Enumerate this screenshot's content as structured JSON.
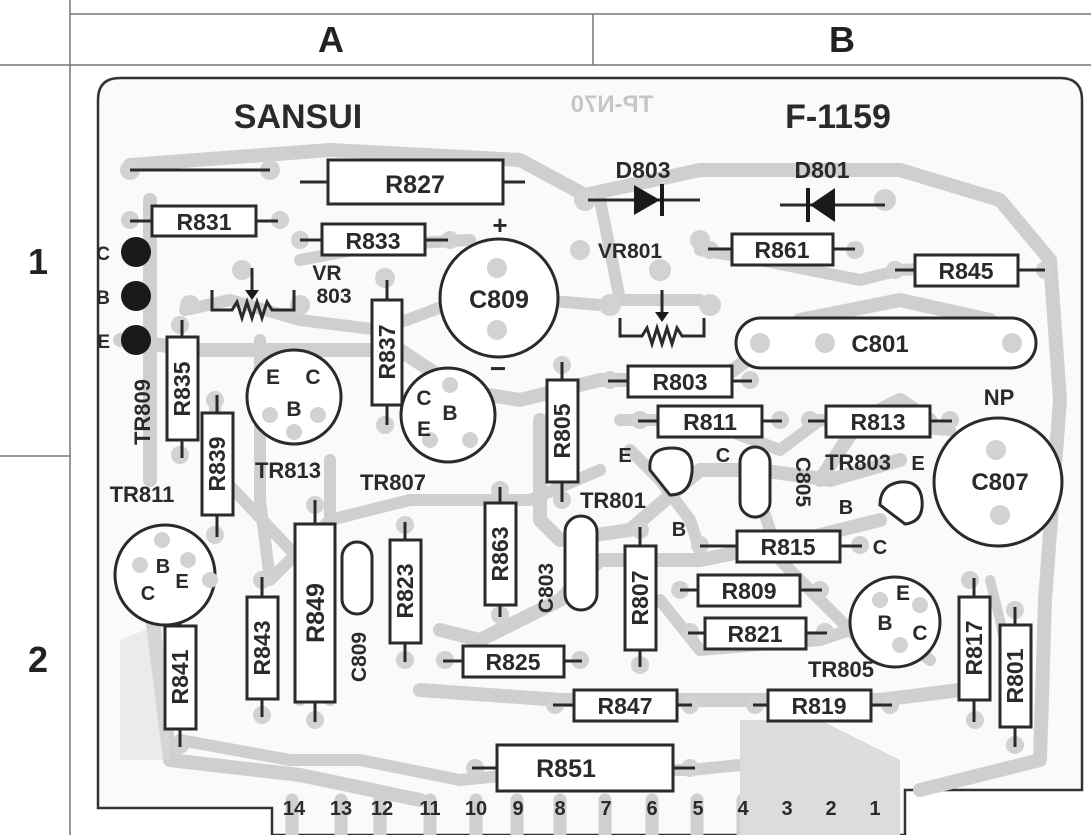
{
  "grid": {
    "columns": [
      "A",
      "B"
    ],
    "rows": [
      "1",
      "2"
    ]
  },
  "board": {
    "brand": "SANSUI",
    "code_mirrored": "TP-N70",
    "board_id": "F-1159"
  },
  "terminals": [
    "14",
    "13",
    "12",
    "11",
    "10",
    "9",
    "8",
    "7",
    "6",
    "5",
    "4",
    "3",
    "2",
    "1"
  ],
  "connector_pins": [
    "C",
    "B",
    "E"
  ],
  "resistors": [
    "R827",
    "R831",
    "R833",
    "R861",
    "R845",
    "R837",
    "R835",
    "R839",
    "R803",
    "R811",
    "R813",
    "R805",
    "R815",
    "R863",
    "R807",
    "R809",
    "R821",
    "R823",
    "R849",
    "R843",
    "R841",
    "R825",
    "R847",
    "R819",
    "R851",
    "R817",
    "R801"
  ],
  "capacitors": [
    "C809",
    "C801",
    "C807",
    "C805",
    "C803",
    "C809"
  ],
  "capacitor_marks": {
    "plus": "+",
    "minus": "−",
    "np": "NP"
  },
  "diodes": [
    "D803",
    "D801"
  ],
  "variable_resistors": {
    "vr801": "VR801",
    "vr803_line1": "VR",
    "vr803_line2": "803"
  },
  "transistors": [
    "TR809",
    "TR811",
    "TR813",
    "TR807",
    "TR801",
    "TR803",
    "TR805"
  ],
  "pin_letters": {
    "e": "E",
    "b": "B",
    "c": "C"
  }
}
